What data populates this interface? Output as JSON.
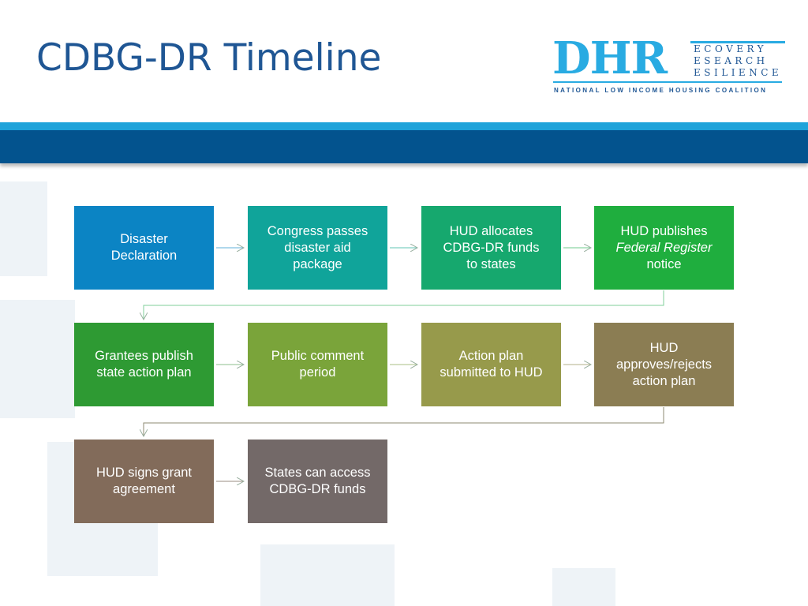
{
  "slide": {
    "title": "CDBG-DR Timeline"
  },
  "logo": {
    "letters": "DHR",
    "words": [
      "ECOVERY",
      "ESEARCH",
      "ESILIENCE"
    ],
    "subtitle": "NATIONAL LOW INCOME HOUSING COALITION"
  },
  "steps": [
    {
      "label": "Disaster\nDeclaration",
      "color": "#0b84c4"
    },
    {
      "label": "Congress passes\ndisaster aid\npackage",
      "color": "#10a49a"
    },
    {
      "label": "HUD allocates\nCDBG-DR funds\nto states",
      "color": "#16a86e"
    },
    {
      "label_pre": "HUD publishes",
      "label_italic": "Federal Register",
      "label_post": "notice",
      "color": "#1fae3e"
    },
    {
      "label": "Grantees publish\nstate action plan",
      "color": "#2e9a33"
    },
    {
      "label": "Public comment\nperiod",
      "color": "#7aa43a"
    },
    {
      "label": "Action plan\nsubmitted to HUD",
      "color": "#979a4b"
    },
    {
      "label": "HUD\napproves/rejects\naction plan",
      "color": "#8b7d53"
    },
    {
      "label": "HUD signs grant\nagreement",
      "color": "#826b5a"
    },
    {
      "label": "States can access\nCDBG-DR funds",
      "color": "#736968"
    }
  ],
  "colors": {
    "title": "#1f5694",
    "band_light": "#1fa3da",
    "band_dark": "#03538e",
    "connector_row1": "#7fcf9a",
    "connector_row2": "#8c8a70"
  }
}
